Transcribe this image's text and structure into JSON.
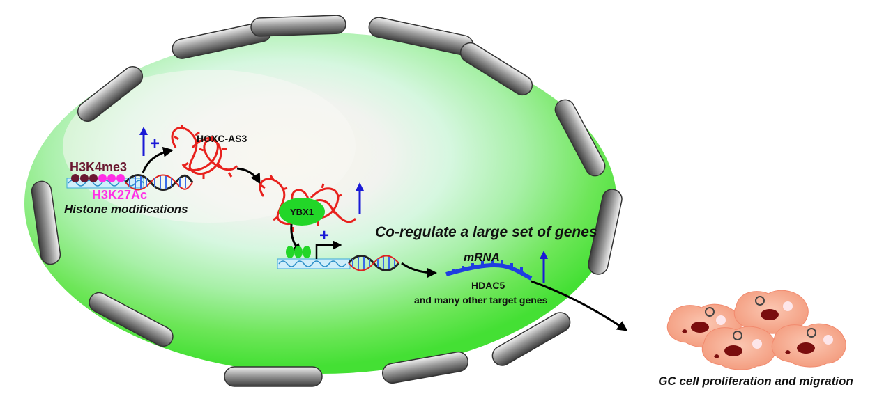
{
  "labels": {
    "h3k4me3": "H3K4me3",
    "h3k27ac": "H3K27Ac",
    "histone_modifications": "Histone modifications",
    "hoxc_as3": "HOXC-AS3",
    "ybx1": "YBX1",
    "coregulate": "Co-regulate a large set of genes",
    "mrna": "mRNA",
    "hdac5": "HDAC5",
    "many_targets": "and  many other target genes",
    "gc_cell": "GC cell proliferation and migration",
    "plus_sign": "+"
  },
  "colors": {
    "nucleus_green": "#44e034",
    "lncrna_red": "#e8211d",
    "h3k4me3_maroon": "#6a1830",
    "h3k27ac_magenta": "#ff2ee6",
    "up_arrow_blue": "#1a1ad6",
    "mrna_blue": "#1f3de0",
    "ybx1_green": "#22d628",
    "envelope_gray": "#8a8a8a",
    "cell_pink": "#f6a88c"
  }
}
